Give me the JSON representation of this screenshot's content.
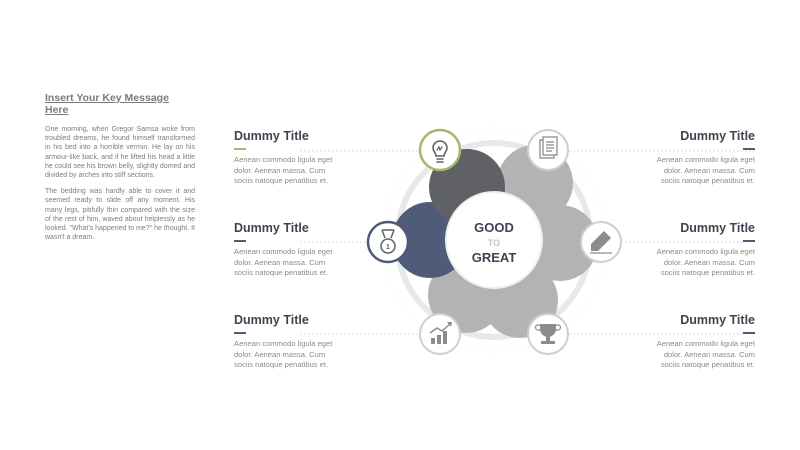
{
  "intro": {
    "heading": "Insert Your Key Message Here",
    "paragraph1": "One morning, when Gregor Samsa woke from troubled dreams, he found himself transformed in his bed into a horrible vermin. He lay on his armour-like back, and if he lifted his head a little he could see his brown belly, slightly domed and divided by arches into stiff sections.",
    "paragraph2": "The bedding was hardly able to cover it and seemed ready to slide off any moment. His many legs, pitifully thin compared with the size of the rest of him, waved about helplessly as he looked. \"What's happened to me?\" he thought. It wasn't a dream."
  },
  "center": {
    "line1": "GOOD",
    "line2": "TO",
    "line3": "GREAT"
  },
  "blocks": [
    {
      "title": "Dummy Title",
      "body": "Aenean commodo ligula eget dolor. Aenean massa. Cum sociis natoque penatibus et.",
      "accent": "#a3b86c"
    },
    {
      "title": "Dummy Title",
      "body": "Aenean commodo ligula eget dolor. Aenean massa. Cum sociis natoque penatibus et.",
      "accent": "#4f5b78"
    },
    {
      "title": "Dummy Title",
      "body": "Aenean commodo ligula eget dolor. Aenean massa. Cum sociis natoque penatibus et.",
      "accent": "#4f5b78"
    },
    {
      "title": "Dummy Title",
      "body": "Aenean commodo ligula eget dolor. Aenean massa. Cum sociis natoque penatibus et.",
      "accent": "#a3b86c"
    },
    {
      "title": "Dummy Title",
      "body": "Aenean commodo ligula eget dolor. Aenean massa. Cum sociis natoque penatibus et.",
      "accent": "#4f5b78"
    },
    {
      "title": "Dummy Title",
      "body": "Aenean commodo ligula eget dolor. Aenean massa. Cum sociis natoque penatibus et.",
      "accent": "#4f5b78"
    }
  ],
  "icons": [
    "lightbulb-icon",
    "document-icon",
    "pencil-icon",
    "trophy-icon",
    "growth-chart-icon",
    "medal-icon"
  ],
  "colors": {
    "petal_dark": "#5f6166",
    "petal_navy": "#4f5b78",
    "petal_grey": "#b3b3b3",
    "accent_green": "#a3b86c",
    "ring": "#e8e8e8",
    "icon_grey": "#8c8c8c"
  }
}
